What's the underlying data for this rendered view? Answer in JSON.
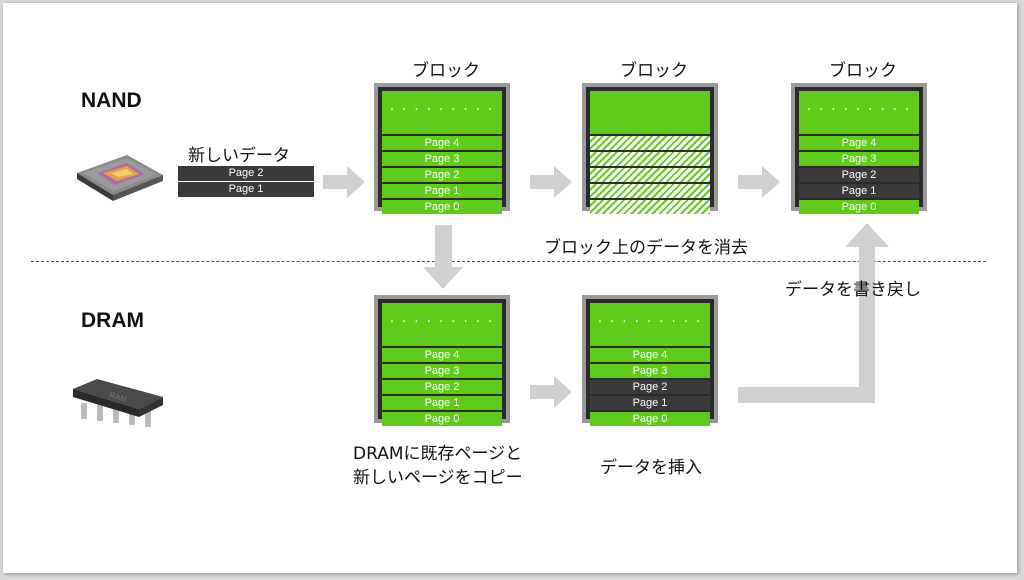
{
  "row_labels": {
    "nand": "NAND",
    "dram": "DRAM"
  },
  "new_data": {
    "caption": "新しいデータ",
    "pages": [
      "Page 2",
      "Page 1"
    ]
  },
  "block_title": "ブロック",
  "dots": "· · · · · · · · ·",
  "page_labels": [
    "Page 4",
    "Page 3",
    "Page 2",
    "Page 1",
    "Page 0"
  ],
  "captions": {
    "erase": "ブロック上のデータを消去",
    "copy_line1": "DRAMに既存ページと",
    "copy_line2": "新しいページをコピー",
    "insert": "データを挿入",
    "writeback": "データを書き戻し"
  },
  "colors": {
    "page_green": "#5fcc1b",
    "page_dark": "#3a3a3a",
    "arrow": "#d0d0d0"
  },
  "icons": {
    "nand_chip": "cpu-chip-icon",
    "dram_chip": "ram-chip-icon"
  }
}
